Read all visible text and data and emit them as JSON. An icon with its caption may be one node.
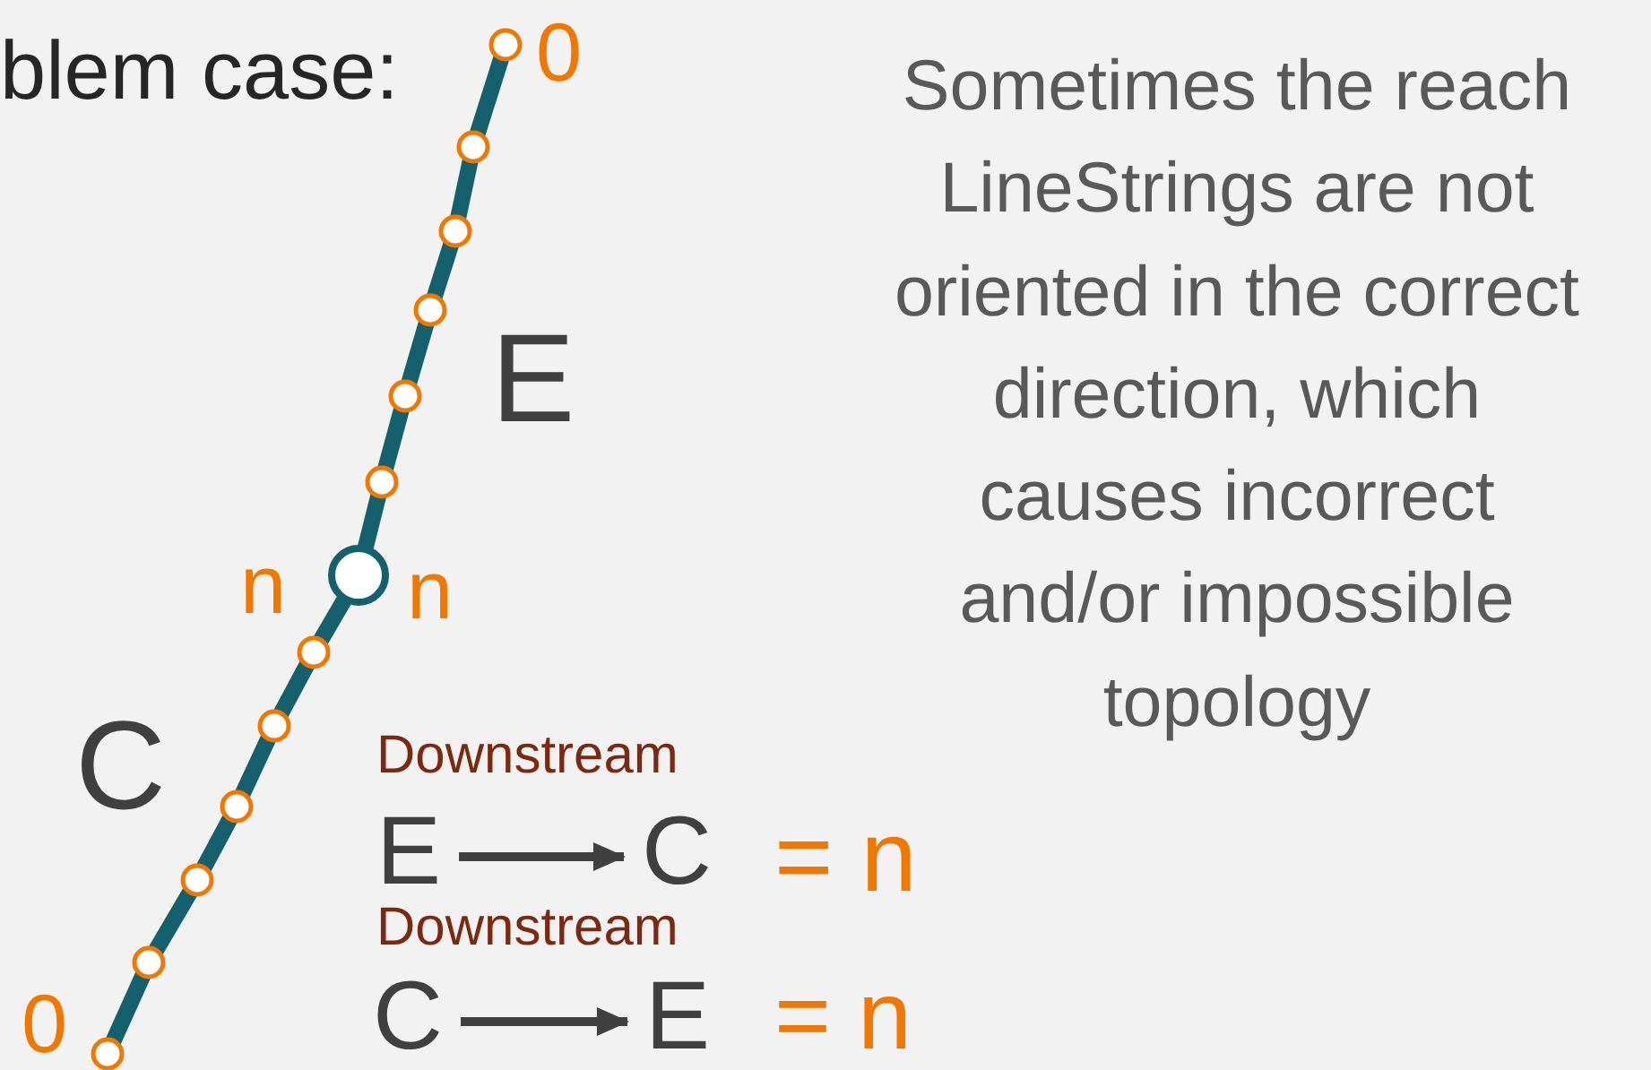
{
  "diagram": {
    "nodes": [
      {
        "text": [
          "E"
        ]
      },
      {
        "text": [
          "C"
        ]
      },
      {
        "text": [
          "C"
        ]
      },
      {
        "text": [
          "E"
        ]
      }
    ],
    "edges": [
      {
        "from": 0,
        "to": 1,
        "arrow": "to"
      },
      {
        "from": 2,
        "to": 3,
        "arrow": "to"
      }
    ],
    "labels": [
      "blem case:",
      "0",
      "Sometimes the reach LineStrings are not oriented in the correct direction, which causes incorrect and/or impossible topology",
      "E",
      "n",
      "n",
      "C",
      "Downstream",
      "= n",
      "Downstream",
      "= n",
      "0"
    ]
  }
}
